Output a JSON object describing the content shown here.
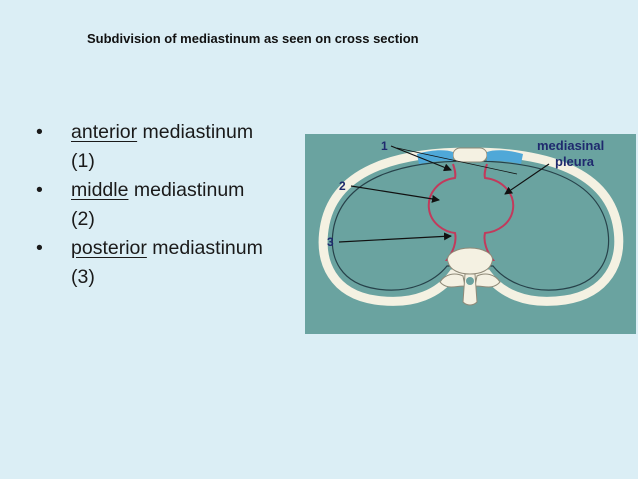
{
  "slide": {
    "title": "Subdivision of mediastinum as seen on cross section",
    "bullets": [
      {
        "bullet": "•",
        "keyword": "anterior",
        "rest": " mediastinum",
        "number": "(1)"
      },
      {
        "bullet": "•",
        "keyword": "middle",
        "rest": " mediastinum",
        "number": "(2)"
      },
      {
        "bullet": "•",
        "keyword": "posterior",
        "rest": " mediastinum",
        "number": "(3)"
      }
    ]
  },
  "figure": {
    "labels": {
      "one": "1",
      "two": "2",
      "three": "3",
      "pleura_line1": "mediasinal",
      "pleura_line2": "pleura"
    },
    "colors": {
      "background": "#6aa3a0",
      "bone": "#f4f1e2",
      "pleura": "#c23a5c",
      "fat": "#4fa8d8",
      "label": "#1f2a6e"
    }
  }
}
